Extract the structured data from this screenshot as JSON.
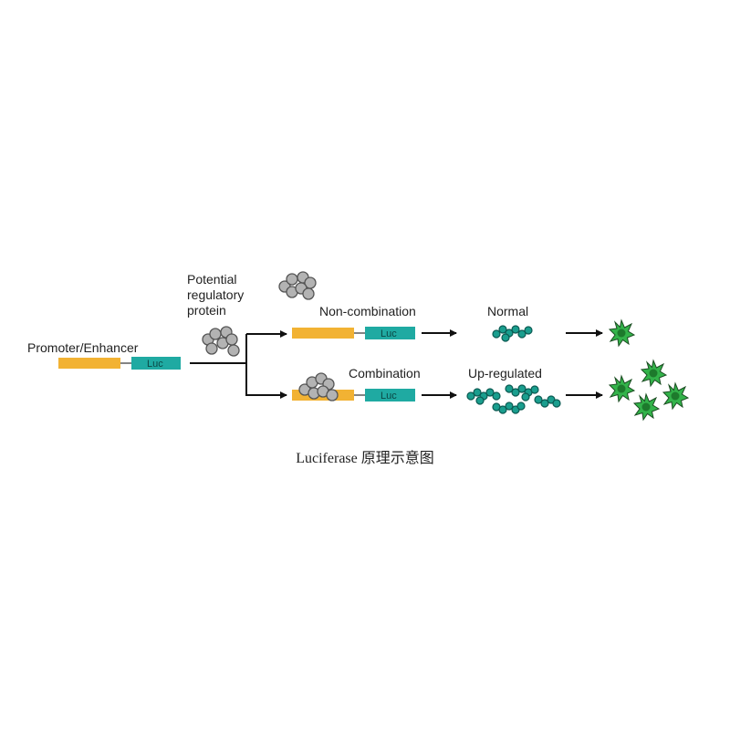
{
  "labels": {
    "promoter": "Promoter/Enhancer",
    "potential_line1": "Potential",
    "potential_line2": "regulatory",
    "potential_line3": "protein",
    "non_combination": "Non-combination",
    "combination": "Combination",
    "normal": "Normal",
    "up_regulated": "Up-regulated",
    "luc": "Luc"
  },
  "caption": "Luciferase 原理示意图",
  "colors": {
    "promoter_bar": "#f2b233",
    "luc_bar": "#1faaa2",
    "protein": "#b3b3b3",
    "protein_stroke": "#555555",
    "enzyme": "#1a9e8e",
    "enzyme_stroke": "#0b5a52",
    "star": "#33b34a",
    "star_center": "#1d7a2c",
    "arrow": "#111111"
  },
  "icons": {
    "regulatory_protein": "grey-bead-cluster-icon",
    "luciferase_enzyme": "teal-bead-chain-icon",
    "light_emission": "green-starburst-icon"
  }
}
